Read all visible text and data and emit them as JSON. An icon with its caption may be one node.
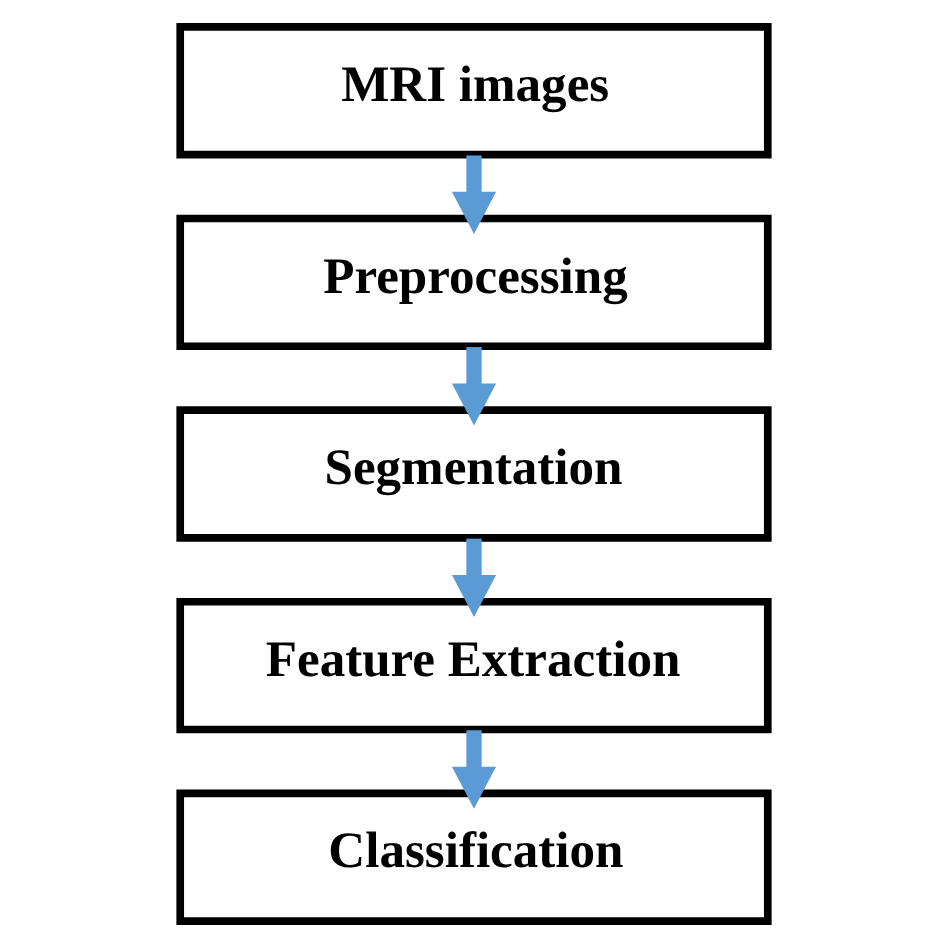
{
  "diagram": {
    "nodes": [
      {
        "text": [
          "MRI images"
        ]
      },
      {
        "text": [
          "Preprocessing"
        ]
      },
      {
        "text": [
          "Segmentation"
        ]
      },
      {
        "text": [
          "Feature Extraction"
        ]
      },
      {
        "text": [
          "Classification"
        ]
      }
    ],
    "edges": [
      {
        "from": 0,
        "to": 1,
        "arrow": "to"
      },
      {
        "from": 1,
        "to": 2,
        "arrow": "to"
      },
      {
        "from": 2,
        "to": 3,
        "arrow": "to"
      },
      {
        "from": 3,
        "to": 4,
        "arrow": "to"
      }
    ]
  }
}
